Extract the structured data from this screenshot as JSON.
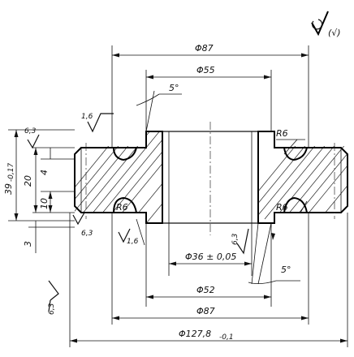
{
  "roughness_general": "(√)",
  "dimensions": {
    "dia_87_top": "Φ87",
    "dia_55": "Φ55",
    "angle_top": "5°",
    "rough_1_6_top": "1,6",
    "rough_6_3_left": "6,3",
    "radius_r6_top_right": "R6",
    "radius_r6_bottom_left": "R6",
    "radius_r6_bottom_right": "R6",
    "height_39": "39",
    "height_39_tol": "-0,17",
    "height_20": "20",
    "height_4": "4",
    "height_10": "10",
    "height_3": "3",
    "rough_6_3_bottom_left": "6,3",
    "rough_1_6_bottom": "1,6",
    "dia_36": "Φ36 ± 0,05",
    "rough_6_3_bore": "6,3",
    "angle_bottom": "5°",
    "dia_52": "Φ52",
    "dia_87_bottom": "Φ87",
    "rough_6_3_far_left": "6,3",
    "dia_127": "Φ127,8",
    "dia_127_tol": "-0,1"
  }
}
